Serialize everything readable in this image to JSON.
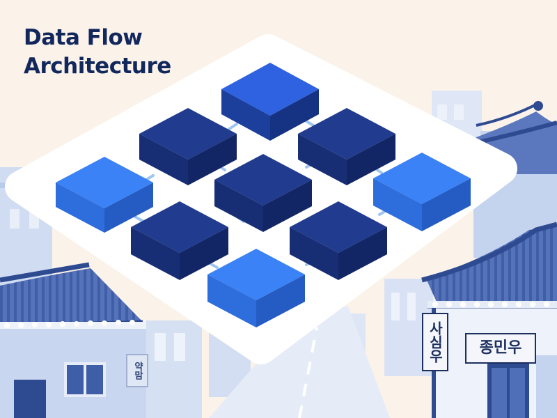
{
  "title": {
    "line1": "Data Flow",
    "line2": "Architecture"
  },
  "signs": {
    "left": "약맘",
    "middle": "사심우",
    "right": "종민우"
  },
  "colors": {
    "background": "#fbf3ea",
    "title": "#12285c",
    "block_dark": "#1e3a8a",
    "block_light": "#3b82f6",
    "connector": "#9ec5f0",
    "platform": "#ffffff",
    "roof": "#3f5ea8"
  }
}
